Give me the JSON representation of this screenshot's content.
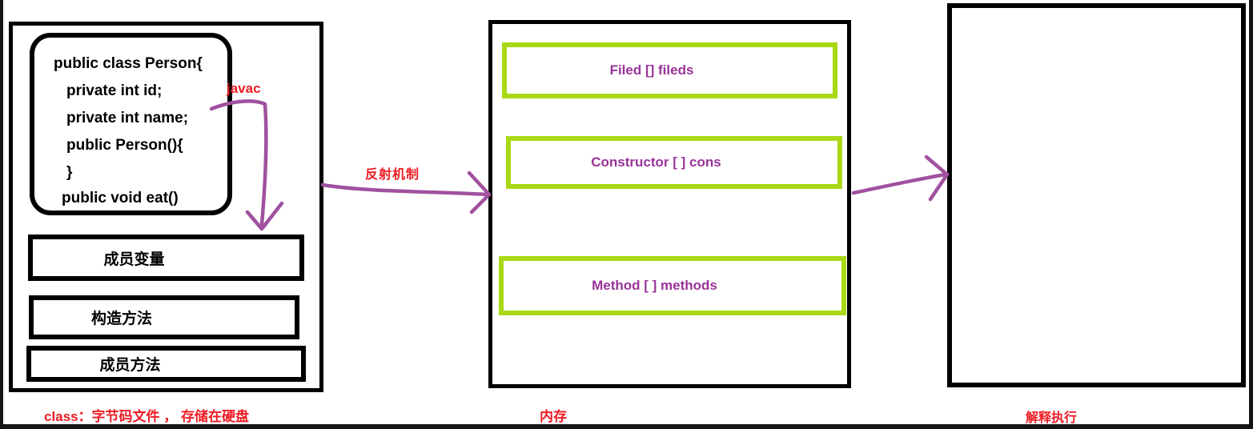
{
  "colors": {
    "accent_red": "#ed1c24",
    "arrow_purple": "#a0519f",
    "slot_text_purple": "#993399",
    "slot_border_green": "#aad816",
    "box_border_black": "#000000"
  },
  "left_panel": {
    "code_lines": [
      "public class Person{",
      "private int id;",
      "private int name;",
      "public Person(){",
      "}",
      "public void eat()"
    ],
    "colon_mark": ":",
    "member_boxes": [
      {
        "label": "成员变量"
      },
      {
        "label": "构造方法"
      },
      {
        "label": "成员方法"
      }
    ],
    "caption": "class：字节码文件 ， 存储在硬盘"
  },
  "memory_panel": {
    "slots": [
      {
        "label": "Filed [] fileds"
      },
      {
        "label": "Constructor [ ] cons"
      },
      {
        "label": "Method [ ] methods"
      }
    ],
    "caption": "内存"
  },
  "execution_panel": {
    "caption": "解释执行"
  },
  "annotations": {
    "javac_label": "javac",
    "reflection_label": "反射机制"
  }
}
